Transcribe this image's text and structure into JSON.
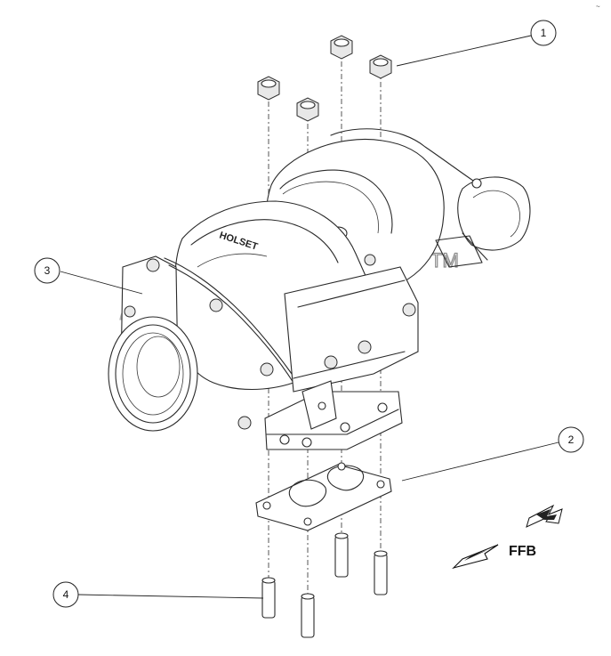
{
  "callouts": [
    {
      "id": "1",
      "label": "1"
    },
    {
      "id": "2",
      "label": "2"
    },
    {
      "id": "3",
      "label": "3"
    },
    {
      "id": "4",
      "label": "4"
    }
  ],
  "direction_label": "FFB",
  "watermark": {
    "text": "atd",
    "trademark": "TM"
  },
  "housing_brand": "HOLSET",
  "corner_mark": "~"
}
